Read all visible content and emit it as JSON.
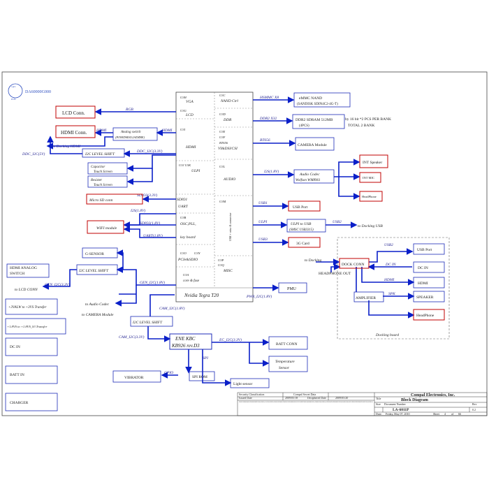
{
  "logo": {
    "top": "DA60000G000",
    "pcb": "PCB",
    "sub": "1@1"
  },
  "soc": {
    "title": "Nvidia Tegra T20",
    "blocks": [
      {
        "id": "U3H",
        "name": "VGA"
      },
      {
        "id": "U3G",
        "name": "LCD"
      },
      {
        "id": "U3I",
        "name": "HDMI"
      },
      {
        "id": "U3J U3K",
        "name": "ULPI"
      },
      {
        "id": "",
        "name": "SDIO1"
      },
      {
        "id": "",
        "name": "UART"
      },
      {
        "id": "U3B",
        "name": "OSC,PLL,"
      },
      {
        "id": "",
        "name": "key board"
      },
      {
        "id": "U3O",
        "name": "U3N"
      },
      {
        "id": "",
        "name": "PCIe&SDIO"
      },
      {
        "id": "U3A",
        "name": "core & fuse"
      },
      {
        "id": "U3C",
        "name": "NAND Ctrl"
      },
      {
        "id": "U3D",
        "name": "DDR"
      },
      {
        "id": "U3E",
        "name": "U3F"
      },
      {
        "id": "",
        "name": "BT656"
      },
      {
        "id": "",
        "name": "VI&DSI/CSI"
      },
      {
        "id": "U3L",
        "name": "AUDIO"
      },
      {
        "id": "U3M",
        "name": "USB + misc & connector"
      },
      {
        "id": "U3P",
        "name": "U3Q"
      },
      {
        "id": "",
        "name": "MISC"
      }
    ]
  },
  "left": {
    "lcd": "LCD Conn.",
    "hdmi": "HDMI Conn.",
    "hdmi_sm": "HDMI",
    "analog_switch": "Analog switch",
    "analog_part": "(PI3HDMI412ADZBE)",
    "to_docking_hdmi": "to Docking HDMI",
    "ddc": "DDC_I2C(5V)",
    "ddc33": "DDC_I2C(3.3V)",
    "i2c_level": "I2C LEVEL SHIFT",
    "cap_touch": "Capacitor",
    "cap_touch2": "Touch Screen",
    "res_touch": "Resister",
    "res_touch2": "Touch Screen",
    "micro_sd": "Micro SD conn",
    "sdio": "SDIO3(3.3V)",
    "i2s": "I2S(1.8V)",
    "sdio2": "SDIO2(1.8V)",
    "uart": "UART(1.8V)",
    "wifi": "WIFI module",
    "rgb": "RGB"
  },
  "right": {
    "hsmmc": "HSMMC X8",
    "emmc": "eMMC NAND",
    "emmc2": "(SANDISK SDIN4C2-4G-T)",
    "ddr2": "DDR2 X32",
    "ddr_box": "DDR2 SDRAM 512MB",
    "ddr_box2": "(4PCS)",
    "ddr_note": "by 16 bit *2 PCS PER BANK",
    "ddr_note2": "TOTAL 2 BANK",
    "bt656": "BT656",
    "camera": "CAMERA Module",
    "i2s18": "I2S(1.8V)",
    "codec": "Audio Codec",
    "codec2": "Wolfson WM8961",
    "int_spk": "INT Speaker",
    "int_mic": "INT MIC",
    "headphone": "HeadPhone",
    "usb1": "USB1",
    "usb_port": "USB Port",
    "ulpi": "ULPI",
    "ulpi_usb": "ULPI to USB",
    "smsc": "(SMSC USB3315)",
    "usb2": "USB2",
    "to_dock_usb": "to Docking USB",
    "usb3": "USB3",
    "3g": "3G Card",
    "pmu": "PMU",
    "pwr_i2c": "PWR_I2C(1.8V)"
  },
  "dock": {
    "title": "Docking board",
    "to_docking": "to Docking",
    "hp_out": "HEADPHONE OUT",
    "usb2": "USB2",
    "dock_conn": "DOCK CONN",
    "usb_port": "USB Port",
    "dc_in_lbl": "DC IN",
    "dc_in": "DC IN",
    "hdmi_lbl": "HDMI",
    "hdmi": "HDMI",
    "spk": "SPK",
    "amp": "AMPLIFIER",
    "speaker": "SPEAKER",
    "headphone": "HeadPhone"
  },
  "lower": {
    "hdmi_analog": "HDMI ANALOG",
    "switch": "SWITCH",
    "to_lcd": "to LCD CONN",
    "gen_i2c33": "GEN_I2C(3.3V)",
    "gsensor": "G-SENSOR",
    "i2c_level": "I2C LEVEL SHIFT",
    "gen_i2c18": "GEN_I2C(1.8V)",
    "to_audio": "to Audio Codec",
    "to_camera": "to CAMERA Module",
    "cam_i2c18": "CAM_I2C(1.8V)",
    "i2c_level2": "I2C LEVEL SHIFT",
    "cam_i2c33": "CAM_I2C(3.3V)",
    "ene": "ENE KBC",
    "kb": "KB926 rev.D3",
    "ec_i2c": "EC_I2C(3.3V)",
    "batt_conn": "BATT CONN",
    "temp": "Temperature",
    "temp2": "Sensor",
    "spi": "SPI",
    "spi_rom": "SPI ROM",
    "light": "Light sensor",
    "gpio": "GPIO",
    "vibrator": "VIBRATOR",
    "valw": "+3VALW to +3VS Transfer",
    "v18": "+1.8VS to +1.8VS_S3 Transfer",
    "dc_in": "DC IN",
    "batt_in": "BATT IN",
    "charger": "CHARGER"
  },
  "title_block": {
    "sec": "Security Classification",
    "secret": "Compal Secret Data",
    "issued": "Issued Date",
    "issued_v": "2009/05/18",
    "deciphered": "Deciphered Date",
    "deciphered_v": "2009/05/20",
    "company": "Compal Electronics, Inc.",
    "title_lbl": "Title",
    "title": "Block Diagram",
    "size": "Size",
    "doc": "Document Number",
    "doc_v": "LA-6011P",
    "rev": "Rev",
    "rev_v": "0.2",
    "date": "Date:",
    "date_v": "Friday, May 07, 2010",
    "sheet": "Sheet",
    "sheet_v": "4",
    "of": "of",
    "of_v": "66",
    "legal": "THIS SHEET OF ENGINEERING DRAWING IS THE PROPRIETARY PROPERTY OF COMPAL ELECTRONICS, INC. AND CONTAINS CONFIDENTIAL AND TRADE SECRET INFORMATION. THIS SHEET MAY NOT BE TRANSFERED FROM THE CUSTODY OF THE COMPETENT DIVISION OF R&D DEPARTMENT EXCEPT AS AUTHORIZED BY COMPAL ELECTRONICS, INC. NEITHER THIS SHEET NOR THE INFORMATION IT CONTAINS MAY BE USED BY OR DISCLOSED TO ANY THIRD PARTY WITHOUT PRIOR WRITTEN CONSENT OF COMPAL ELECTRONICS, INC."
  },
  "colors": {
    "line": "#0a1fc8",
    "box": "#1c2bb8",
    "red": "#c00000",
    "frame": "#333333"
  }
}
